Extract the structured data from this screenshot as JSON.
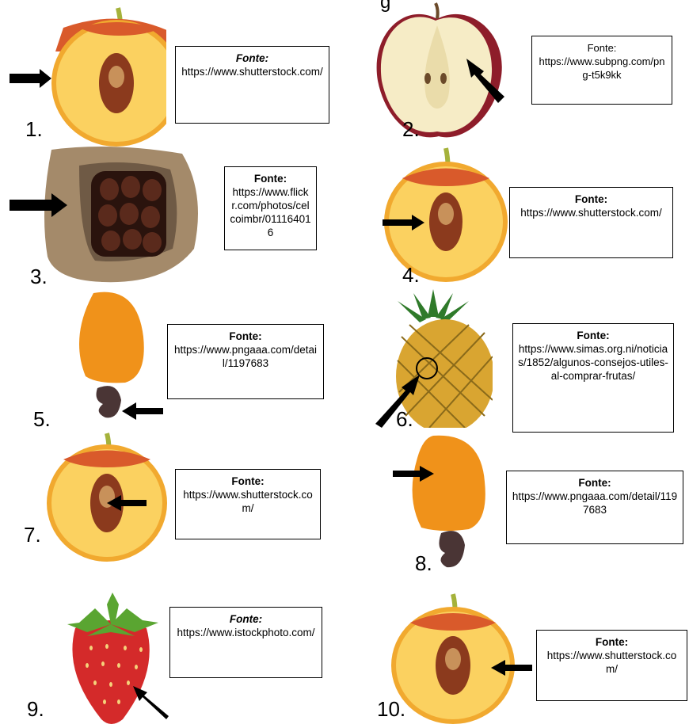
{
  "title_fragment": "g",
  "items": [
    {
      "number": "1.",
      "source_label": "Fonte:",
      "source_url": "https://www.shutterstock.com/",
      "label_italic": true,
      "figure": "peach-half-icon",
      "arrow": "arrow-pointing-skin"
    },
    {
      "number": "2.",
      "source_label": "Fonte:",
      "source_url": "https://www.subpng.com/png-t5k9kk",
      "label_italic": false,
      "label_bold": false,
      "figure": "apple-half-icon",
      "arrow": "arrow-pointing-core"
    },
    {
      "number": "3.",
      "source_label": "Fonte:",
      "source_url": "https://www.flickr.com/photos/celcoimbr/011164016",
      "label_italic": false,
      "figure": "brazil-nut-pod-icon",
      "arrow": "arrow-pointing-shell"
    },
    {
      "number": "4.",
      "source_label": "Fonte:",
      "source_url": "https://www.shutterstock.com/",
      "label_italic": false,
      "figure": "peach-half-icon",
      "arrow": "arrow-pointing-pit"
    },
    {
      "number": "5.",
      "source_label": "Fonte:",
      "source_url": "https://www.pngaaa.com/detail/1197683",
      "label_italic": false,
      "figure": "cashew-fruit-icon",
      "arrow": "arrow-pointing-nut"
    },
    {
      "number": "6.",
      "source_label": "Fonte:",
      "source_url": "https://www.simas.org.ni/noticias/1852/algunos-consejos-utiles-al-comprar-frutas/",
      "label_italic": false,
      "figure": "pineapple-icon",
      "arrow": "arrow-pointing-fruitlet"
    },
    {
      "number": "7.",
      "source_label": "Fonte:",
      "source_url": "https://www.shutterstock.com/",
      "label_italic": false,
      "figure": "peach-half-icon",
      "arrow": "arrow-pointing-seed"
    },
    {
      "number": "8.",
      "source_label": "Fonte:",
      "source_url": "https://www.pngaaa.com/detail/1197683",
      "label_italic": false,
      "figure": "cashew-fruit-icon",
      "arrow": "arrow-pointing-peduncle"
    },
    {
      "number": "9.",
      "source_label": "Fonte:",
      "source_url": "https://www.istockphoto.com/",
      "label_italic": true,
      "figure": "strawberry-icon",
      "arrow": "arrow-pointing-achene"
    },
    {
      "number": "10.",
      "source_label": "Fonte:",
      "source_url": "https://www.shutterstock.com/",
      "label_italic": false,
      "figure": "peach-half-icon",
      "arrow": "arrow-pointing-flesh"
    }
  ],
  "colors": {
    "peach_flesh": "#fbd160",
    "peach_skin": "#f1a92f",
    "peach_top": "#d95a2b",
    "pit_outer": "#8b3a1d",
    "pit_inner": "#c8915a",
    "stem": "#a5b23b",
    "cashew_apple": "#f0921a",
    "cashew_nut": "#4a3535",
    "apple_skin": "#8e1d2a",
    "apple_flesh": "#f6ecc6",
    "strawberry": "#d42a2a",
    "leaf": "#5aa531",
    "pineapple": "#d9a531"
  }
}
